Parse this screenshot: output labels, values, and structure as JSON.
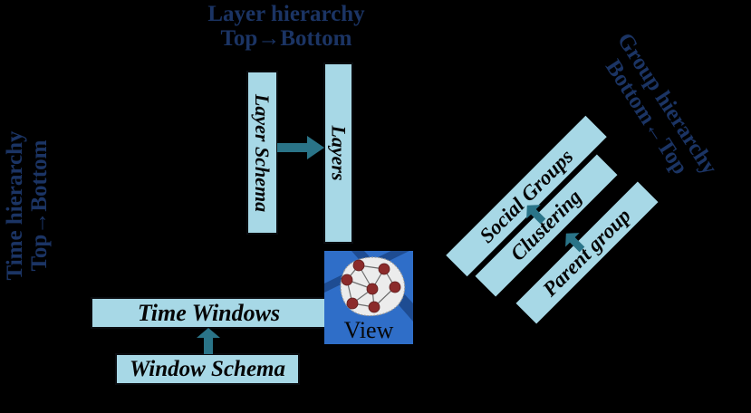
{
  "diagram": {
    "background_color": "#000000",
    "box_fill": "#a7d8e6",
    "caption_color": "#1b3464",
    "arrow_color": "#2a7488",
    "view_fill": "#2f6ec8",
    "node_color": "#8b2b2b"
  },
  "captions": {
    "layer_hierarchy": {
      "line1": "Layer hierarchy",
      "line2": "Top→Bottom"
    },
    "time_hierarchy": {
      "line1": "Time hierarchy",
      "line2": "Top→Bottom"
    },
    "group_hierarchy": {
      "line1": "Group hierarchy",
      "line2": "Bottom←Top"
    }
  },
  "boxes": {
    "layer_schema": "Layer Schema",
    "layers": "Layers",
    "time_windows": "Time Windows",
    "window_schema": "Window Schema",
    "view": "View",
    "social_groups": "Social Groups",
    "clustering": "Clustering",
    "parent_group": "Parent group"
  },
  "arrows": {
    "layer_schema_to_layers": "right-arrow",
    "window_schema_to_time_windows": "up-arrow",
    "clustering_to_social_groups": "up-left-arrow",
    "parent_group_to_clustering": "up-left-arrow"
  }
}
